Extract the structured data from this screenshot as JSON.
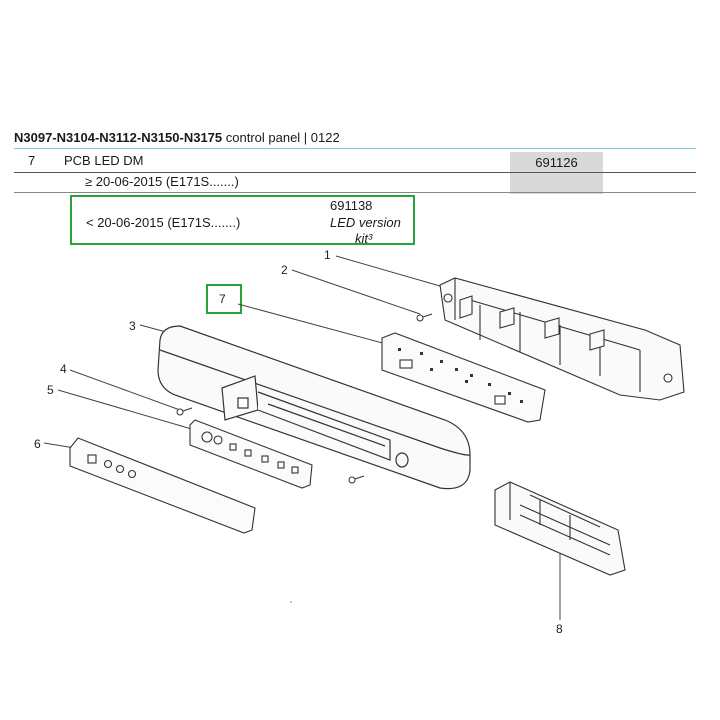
{
  "header": {
    "title_bold": "N3097-N3104-N3112-N3150-N3175",
    "title_rest": " control panel | 0122"
  },
  "table": {
    "row_num": "7",
    "row_desc": "PCB LED DM",
    "row_part": "691126",
    "sub_date_new": "≥ 20-06-2015 (E171S.......)",
    "sub_date_old": "< 20-06-2015 (E171S.......)",
    "old_part": "691138",
    "old_note_line1": "LED version",
    "old_note_line2": "kit³"
  },
  "callouts": [
    "1",
    "2",
    "3",
    "4",
    "5",
    "6",
    "7",
    "8"
  ],
  "colors": {
    "highlight": "#27a33c",
    "header_rule": "#7ec8e3",
    "part_cell": "#d9d9d9"
  }
}
